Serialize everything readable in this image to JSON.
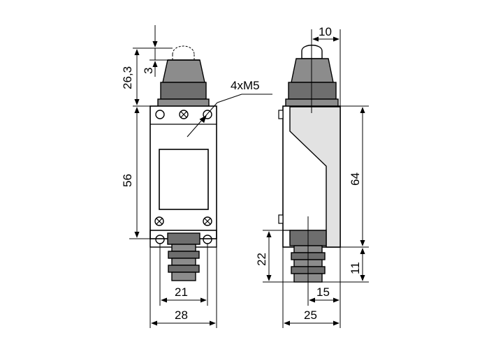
{
  "drawing": {
    "front_view": {
      "dims": {
        "height_top": "26,3",
        "stroke": "3",
        "height_body": "56",
        "inner_width": "21",
        "total_width": "28"
      },
      "thread_callout": "4xM5"
    },
    "side_view": {
      "dims": {
        "top_offset": "10",
        "height_body": "64",
        "bottom_height": "22",
        "bottom_offset": "11",
        "inner_width": "15",
        "total_width": "25"
      }
    }
  }
}
